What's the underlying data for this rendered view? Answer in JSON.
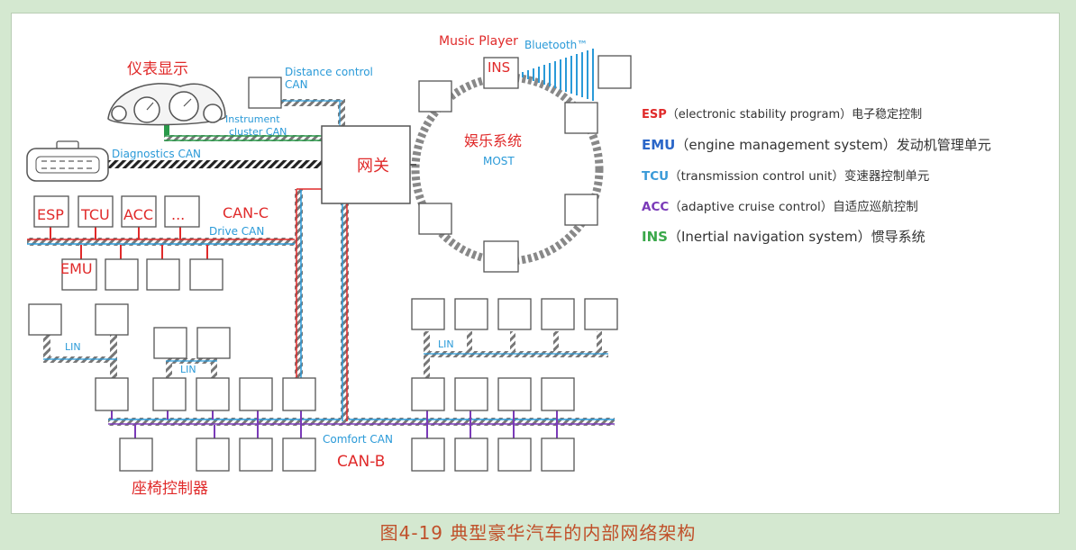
{
  "caption": "图4-19 典型豪华汽车的内部网络架构",
  "labels": {
    "cluster_display": "仪表显示",
    "distance_control_can": "Distance control\nCAN",
    "instrument_cluster_can": "Instrument\ncluster CAN",
    "diagnostics_can": "Diagnostics CAN",
    "gateway": "网关",
    "music_player": "Music Player",
    "bluetooth": "Bluetooth™",
    "ins_box": "INS",
    "entertainment": "娱乐系统",
    "most": "MOST",
    "esp_box": "ESP",
    "tcu_box": "TCU",
    "acc_box": "ACC",
    "ellipsis_box": "...",
    "emu_box": "EMU",
    "can_c": "CAN-C",
    "drive_can": "Drive CAN",
    "lin_1": "LIN",
    "lin_2": "LIN",
    "lin_3": "LIN",
    "comfort_can": "Comfort CAN",
    "can_b": "CAN-B",
    "seat_controller": "座椅控制器"
  },
  "legend": [
    {
      "abbr": "ESP",
      "desc": "（electronic stability program）电子稳定控制",
      "color": "#e02a2a"
    },
    {
      "abbr": "EMU",
      "desc": "（engine management system）发动机管理单元",
      "color": "#2a66c8"
    },
    {
      "abbr": "TCU",
      "desc": "（transmission control unit）变速器控制单元",
      "color": "#3a9ad8"
    },
    {
      "abbr": "ACC",
      "desc": "（adaptive cruise control）自适应巡航控制",
      "color": "#7a3ab8"
    },
    {
      "abbr": "INS",
      "desc": "（Inertial navigation system）惯导系统",
      "color": "#3aa84a"
    }
  ],
  "colors": {
    "red": "#e02a2a",
    "blue": "#2a9ad8",
    "green": "#2a9a4a",
    "purple": "#7a3ab8",
    "box_stroke": "#555555",
    "caption": "#c0502a"
  }
}
